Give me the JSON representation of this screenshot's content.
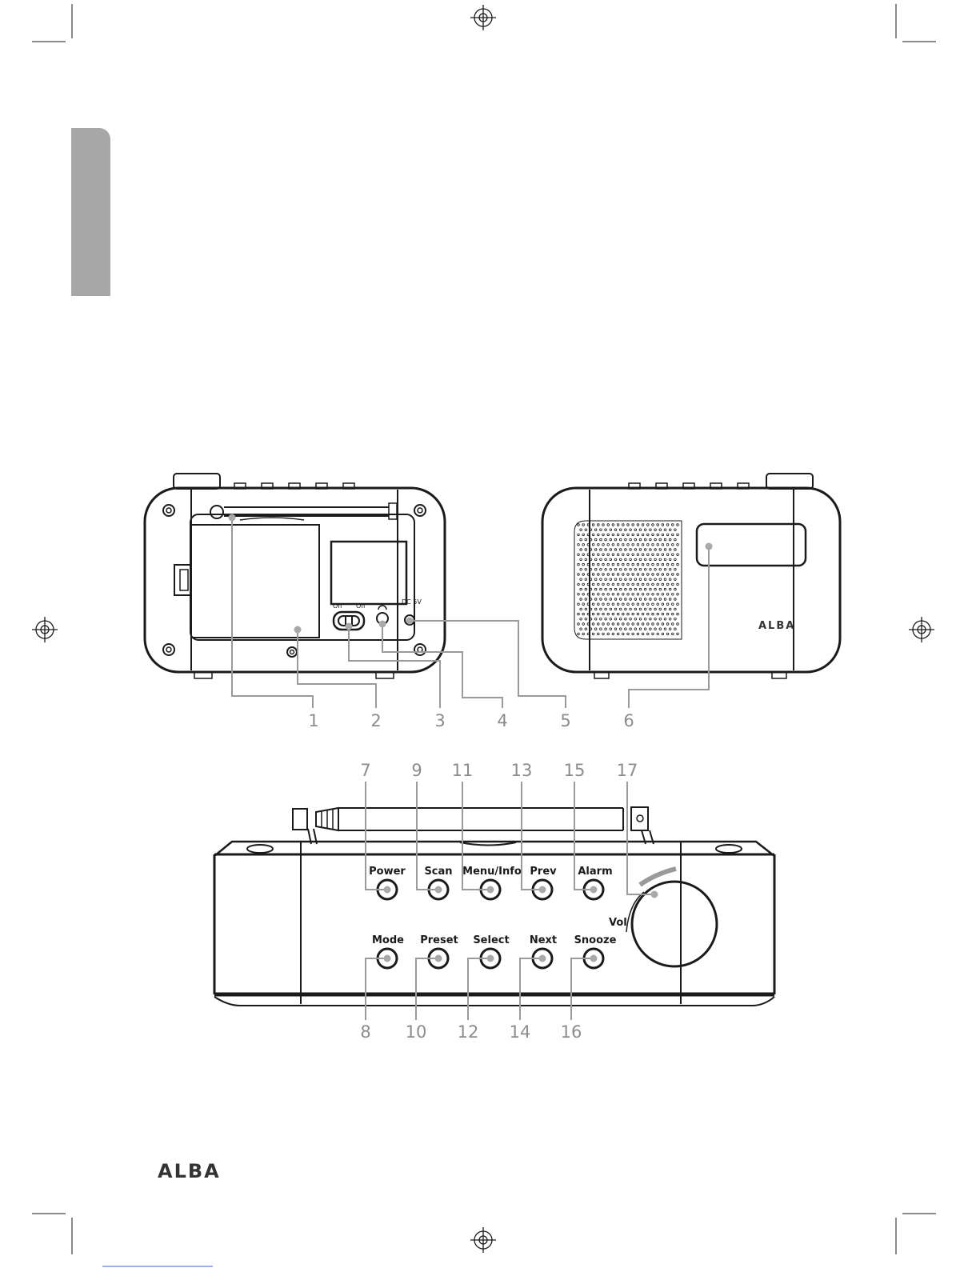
{
  "brand": {
    "device_logo": "ALBA",
    "footer_logo": "ALBA"
  },
  "rear": {
    "switch_on": "On",
    "switch_off": "Off",
    "dc_label": "DC 5V"
  },
  "top": {
    "vol_label": "Vol",
    "buttons_row1": [
      "Power",
      "Scan",
      "Menu/Info",
      "Prev",
      "Alarm"
    ],
    "buttons_row2": [
      "Mode",
      "Preset",
      "Select",
      "Next",
      "Snooze"
    ]
  },
  "callouts": {
    "rear_front": [
      "1",
      "2",
      "3",
      "4",
      "5",
      "6"
    ],
    "top_upper": [
      "7",
      "9",
      "11",
      "13",
      "15",
      "17"
    ],
    "top_lower": [
      "8",
      "10",
      "12",
      "14",
      "16"
    ]
  },
  "colors": {
    "tab": "#a7a7a7",
    "callout": "#8c8c8c",
    "line": "#1a1a1a"
  }
}
